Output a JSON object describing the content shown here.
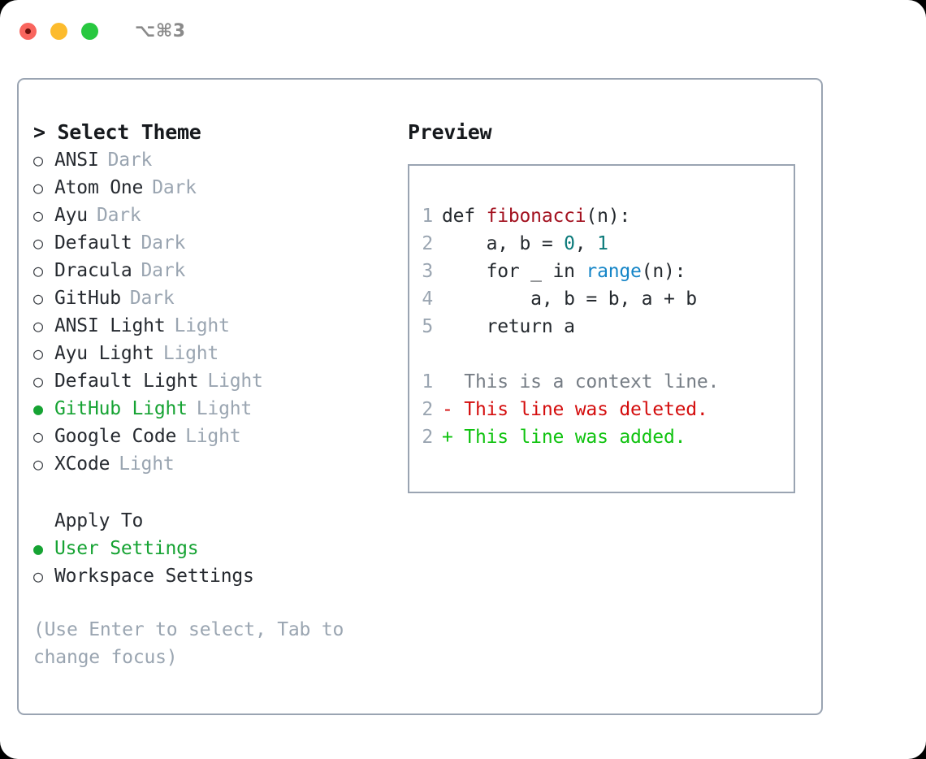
{
  "window": {
    "shortcut": "⌥⌘3",
    "traffic_lights": [
      {
        "name": "close-button",
        "color": "#f9655e"
      },
      {
        "name": "minimize-button",
        "color": "#fcbb2d"
      },
      {
        "name": "maximize-button",
        "color": "#28c840"
      }
    ]
  },
  "theme_picker": {
    "title": "> Select Theme",
    "bullet_unselected": "○",
    "bullet_selected": "●",
    "options": [
      {
        "label": "ANSI",
        "tag": "Dark",
        "selected": false
      },
      {
        "label": "Atom One",
        "tag": "Dark",
        "selected": false
      },
      {
        "label": "Ayu",
        "tag": "Dark",
        "selected": false
      },
      {
        "label": "Default",
        "tag": "Dark",
        "selected": false
      },
      {
        "label": "Dracula",
        "tag": "Dark",
        "selected": false
      },
      {
        "label": "GitHub",
        "tag": "Dark",
        "selected": false
      },
      {
        "label": "ANSI Light",
        "tag": "Light",
        "selected": false
      },
      {
        "label": "Ayu Light",
        "tag": "Light",
        "selected": false
      },
      {
        "label": "Default Light",
        "tag": "Light",
        "selected": false
      },
      {
        "label": "GitHub Light",
        "tag": "Light",
        "selected": true
      },
      {
        "label": "Google Code",
        "tag": "Light",
        "selected": false
      },
      {
        "label": "XCode",
        "tag": "Light",
        "selected": false
      }
    ]
  },
  "apply_to": {
    "heading": "Apply To",
    "options": [
      {
        "label": "User Settings",
        "selected": true
      },
      {
        "label": "Workspace Settings",
        "selected": false
      }
    ]
  },
  "hint": "(Use Enter to select, Tab to change focus)",
  "preview": {
    "title": "Preview",
    "code_lines": [
      {
        "num": "1",
        "tokens": [
          {
            "text": "def ",
            "kind": "plain"
          },
          {
            "text": "fibonacci",
            "kind": "fn"
          },
          {
            "text": "(n):",
            "kind": "plain"
          }
        ]
      },
      {
        "num": "2",
        "tokens": [
          {
            "text": "    a, b = ",
            "kind": "plain"
          },
          {
            "text": "0",
            "kind": "num"
          },
          {
            "text": ", ",
            "kind": "plain"
          },
          {
            "text": "1",
            "kind": "num"
          }
        ]
      },
      {
        "num": "3",
        "tokens": [
          {
            "text": "    for _ in ",
            "kind": "plain"
          },
          {
            "text": "range",
            "kind": "bi"
          },
          {
            "text": "(n):",
            "kind": "plain"
          }
        ]
      },
      {
        "num": "4",
        "tokens": [
          {
            "text": "        a, b = b, a + b",
            "kind": "plain"
          }
        ]
      },
      {
        "num": "5",
        "tokens": [
          {
            "text": "    return a",
            "kind": "plain"
          }
        ]
      }
    ],
    "diff_lines": [
      {
        "num": "1",
        "marker": "  ",
        "text": "This is a context line.",
        "kind": "ctx"
      },
      {
        "num": "2",
        "marker": "- ",
        "text": "This line was deleted.",
        "kind": "del"
      },
      {
        "num": "2",
        "marker": "+ ",
        "text": "This line was added.",
        "kind": "add"
      }
    ]
  },
  "colors": {
    "accent_green": "#16a333",
    "border": "#9aa4b2",
    "muted": "#9aa5b1",
    "code_fn": "#a3111f",
    "code_num": "#0b7a7a",
    "code_builtin": "#1585c7",
    "diff_delete": "#d40d0d",
    "diff_add": "#10c310",
    "diff_context": "#767d85"
  }
}
